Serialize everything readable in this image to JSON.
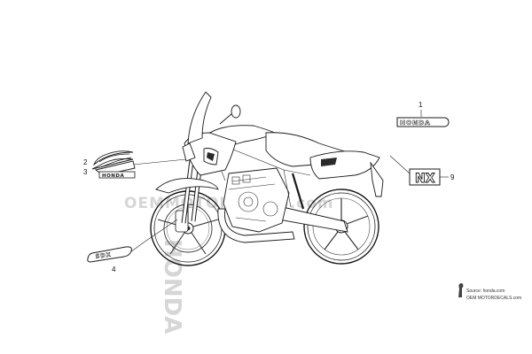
{
  "watermark": {
    "text": "OEMMOTORPARTS.com",
    "side_text": "HONDA"
  },
  "callouts": [
    {
      "id": "1",
      "label": "1"
    },
    {
      "id": "2",
      "label": "2"
    },
    {
      "id": "3",
      "label": "3"
    },
    {
      "id": "4",
      "label": "4"
    },
    {
      "id": "9",
      "label": "9"
    }
  ],
  "decals": {
    "wordmark": "HONDA",
    "wing_text": "HONDA",
    "model": "NX",
    "fork_emblem": "SDX"
  },
  "source_credit": {
    "line1": "Source: honda.com",
    "line2": "OEM MOTORDECALS.com"
  }
}
